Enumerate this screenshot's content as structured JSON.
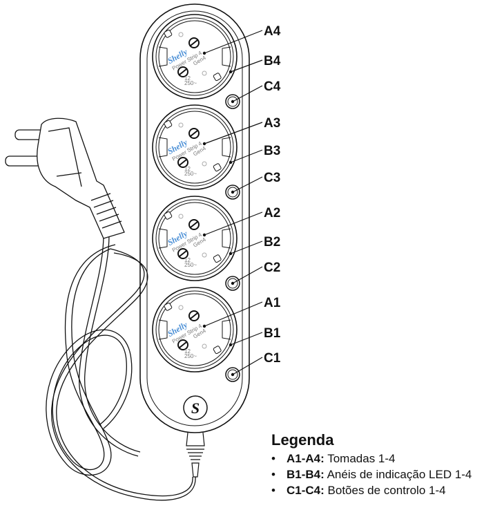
{
  "socket_print": {
    "brand": "Shelly",
    "model": "Power Strip 4",
    "gen": "Gen4",
    "rating_top": "12",
    "rating_bottom": "250~"
  },
  "callouts": [
    {
      "id": "A4"
    },
    {
      "id": "B4"
    },
    {
      "id": "C4"
    },
    {
      "id": "A3"
    },
    {
      "id": "B3"
    },
    {
      "id": "C3"
    },
    {
      "id": "A2"
    },
    {
      "id": "B2"
    },
    {
      "id": "C2"
    },
    {
      "id": "A1"
    },
    {
      "id": "B1"
    },
    {
      "id": "C1"
    }
  ],
  "legend": {
    "title": "Legenda",
    "items": [
      {
        "key": "A1-A4:",
        "text": "Tomadas 1-4"
      },
      {
        "key": "B1-B4:",
        "text": "Anéis de indicação LED 1-4"
      },
      {
        "key": "C1-C4:",
        "text": "Botões de controlo 1-4"
      }
    ]
  },
  "colors": {
    "line": "#111111",
    "brand": "#4a8fd6"
  }
}
